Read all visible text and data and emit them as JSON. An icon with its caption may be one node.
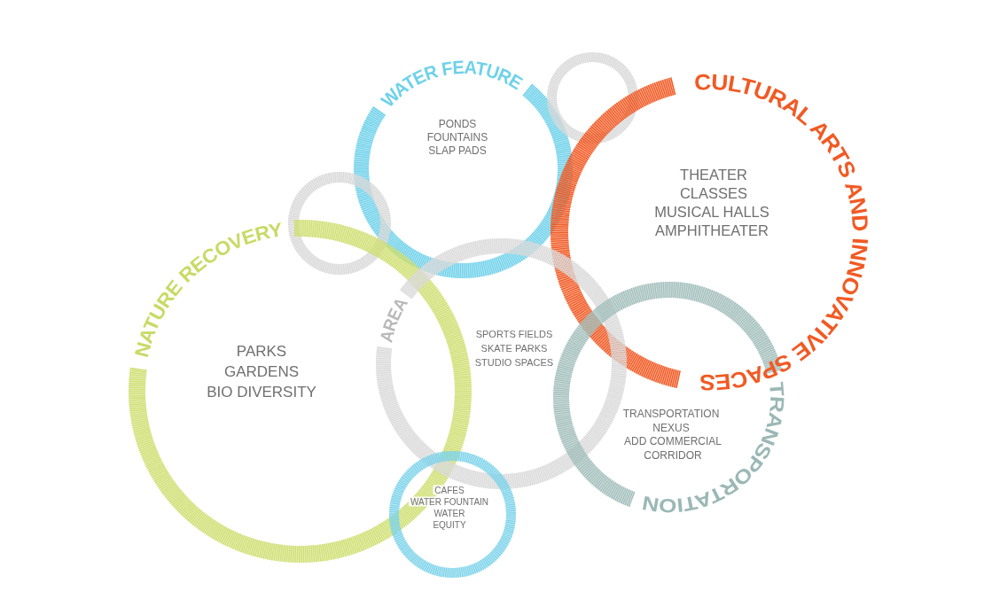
{
  "diagram": {
    "nodes": [
      {
        "text": [
          "WATER FEATURE",
          "PONDS",
          "FOUNTAINS",
          "SLAP PADS"
        ]
      },
      {
        "text": [],
        "shape": "circle"
      },
      {
        "text": [
          "CULTURAL ARTS AND INNOVATIVE SPACES",
          "THEATER",
          "CLASSES",
          "MUSICAL HALLS",
          "AMPHITHEATER"
        ]
      },
      {
        "text": [],
        "shape": "circle"
      },
      {
        "text": [
          "NATURE RECOVERY",
          "PARKS",
          "GARDENS",
          "BIO DIVERSITY"
        ]
      },
      {
        "text": [
          "AREA",
          "SPORTS FIELDS",
          "SKATE PARKS",
          "STUDIO SPACES"
        ]
      },
      {
        "text": [
          "TRANSPORTATION",
          "TRANSPORTATION",
          "NEXUS",
          "ADD COMMERCIAL",
          "CORRIDOR"
        ]
      },
      {
        "text": [
          "CAFES",
          "WATER FOUNTAIN",
          "WATER",
          "EQUITY"
        ]
      }
    ]
  }
}
